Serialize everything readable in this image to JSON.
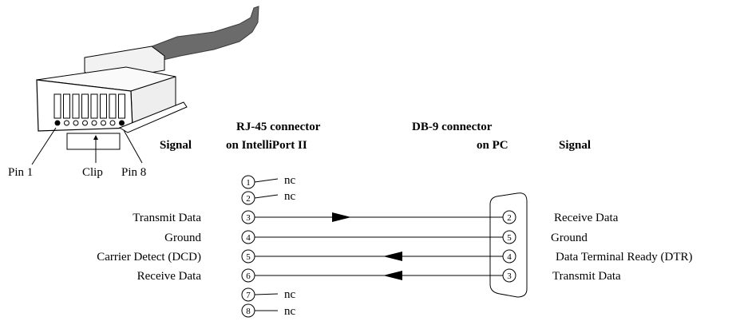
{
  "plug": {
    "pin1_label": "Pin 1",
    "clip_label": "Clip",
    "pin8_label": "Pin 8"
  },
  "headers": {
    "left_signal": "Signal",
    "rj45_line1": "RJ-45 connector",
    "rj45_line2": "on IntelliPort II",
    "db9_line1": "DB-9 connector",
    "db9_line2": "on PC",
    "right_signal": "Signal"
  },
  "rj45_pins": [
    "1",
    "2",
    "3",
    "4",
    "5",
    "6",
    "7",
    "8"
  ],
  "nc_label": "nc",
  "connections": [
    {
      "left_signal": "Transmit Data",
      "rj45_pin": "3",
      "db9_pin": "2",
      "right_signal": "Receive Data",
      "direction": "to-pc"
    },
    {
      "left_signal": "Ground",
      "rj45_pin": "4",
      "db9_pin": "5",
      "right_signal": "Ground",
      "direction": "none"
    },
    {
      "left_signal": "Carrier Detect (DCD)",
      "rj45_pin": "5",
      "db9_pin": "4",
      "right_signal": "Data Terminal Ready (DTR)",
      "direction": "to-rj45"
    },
    {
      "left_signal": "Receive Data",
      "rj45_pin": "6",
      "db9_pin": "3",
      "right_signal": "Transmit Data",
      "direction": "to-rj45"
    }
  ],
  "unconnected_pins": [
    "1",
    "2",
    "7",
    "8"
  ]
}
